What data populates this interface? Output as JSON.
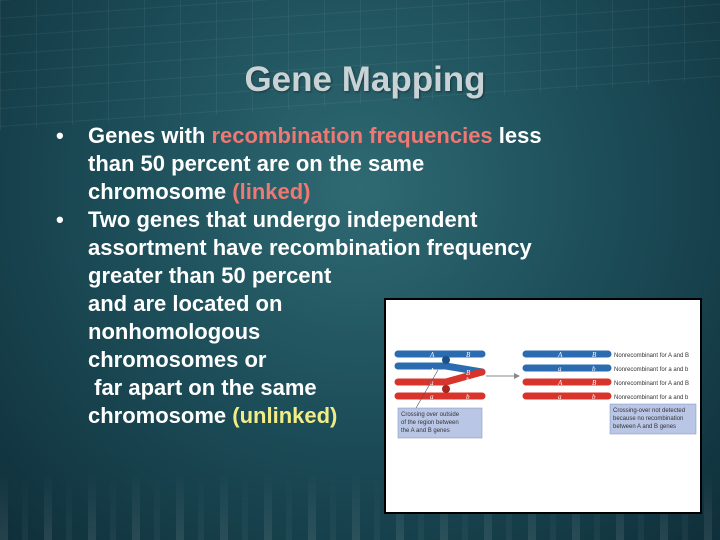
{
  "slide": {
    "title": "Gene Mapping",
    "bullet_glyph": "•",
    "bullet1": {
      "t1": "Genes with ",
      "t2": "recombination frequencies",
      "t3": " less",
      "t4": "than 50 percent are  on the same",
      "t5": "chromosome ",
      "t6": "(linked)"
    },
    "bullet2": {
      "l1": "Two genes that undergo independent",
      "l2": "assortment have recombination frequency",
      "l3": "greater than 50 percent",
      "l4": "and are located on",
      "l5": "nonhomologous",
      "l6": "chromosomes or",
      "l7": " far apart on the same",
      "l8": "chromosome ",
      "l9": "(unlinked)"
    }
  },
  "figure": {
    "left_caption": [
      "Crossing over outside",
      "of the region between",
      "the A and B genes"
    ],
    "right_caption": [
      "Crossing-over not detected",
      "because no recombination",
      "between A and B genes"
    ],
    "product_labels": [
      "Nonrecombinant for A and B",
      "Nonrecombinant for a and b",
      "Nonrecombinant for A and B",
      "Nonrecombinant for a and b"
    ],
    "gene_A": "A",
    "gene_a": "a",
    "gene_B": "B",
    "gene_b": "b",
    "colors": {
      "blue": "#2b6cb0",
      "red": "#d9342b",
      "caption_bg": "#b9c6e6"
    }
  }
}
